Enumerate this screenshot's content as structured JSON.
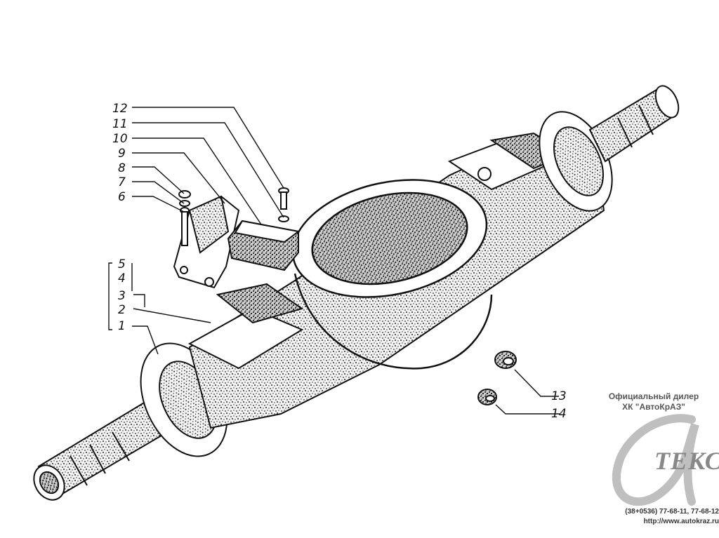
{
  "callouts": [
    "12",
    "11",
    "10",
    "9",
    "8",
    "7",
    "6",
    "5",
    "4",
    "3",
    "2",
    "1",
    "13",
    "14"
  ],
  "dealer": {
    "line1": "Официальный дилер",
    "line2": "ХК \"АвтоКрАЗ\"",
    "brand": "ТЕКС",
    "phone": "(38+0536) 77-68-11, 77-68-12",
    "url": "http://www.autokraz.ru"
  },
  "colors": {
    "ink": "#111111",
    "watermark": "#8a8a8a"
  }
}
